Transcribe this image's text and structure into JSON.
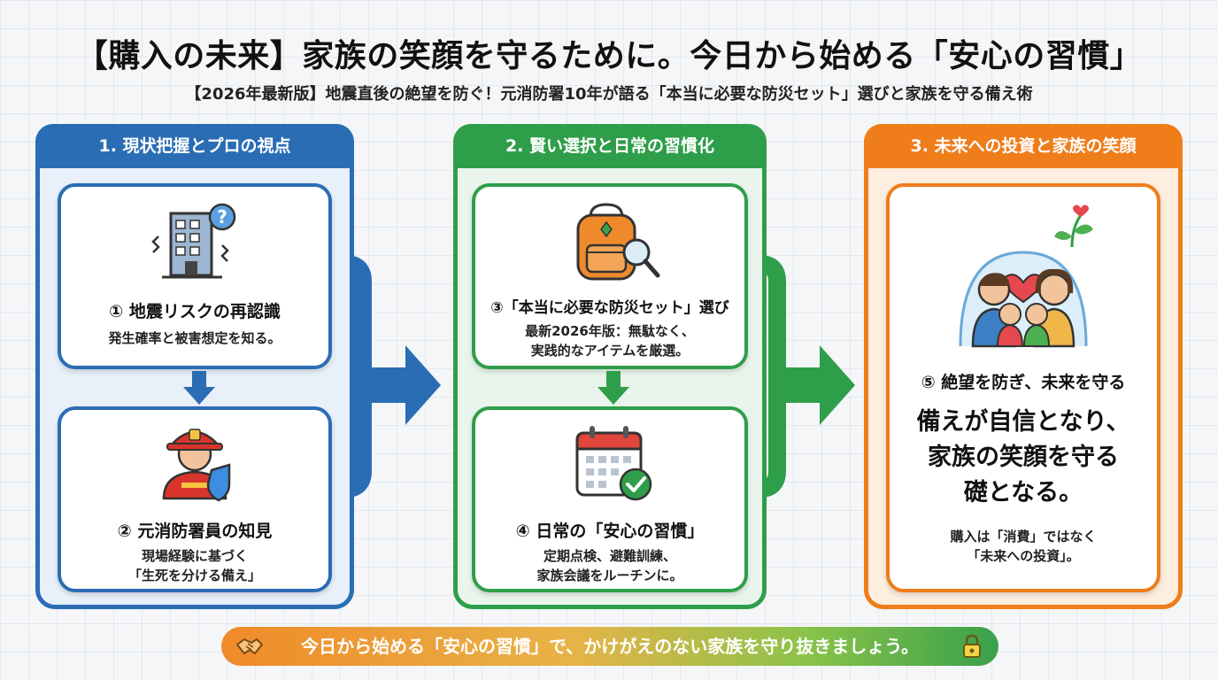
{
  "title": "【購入の未来】家族の笑顔を守るために。今日から始める「安心の習慣」",
  "subtitle": "【2026年最新版】地震直後の絶望を防ぐ！元消防署10年が語る「本当に必要な防災セット」選びと家族を守る備え術",
  "panels": [
    {
      "header": "1. 現状把握とプロの視点",
      "color": "#2a6db5",
      "cards": [
        {
          "icon": "building-icon",
          "title": "① 地震リスクの再認識",
          "lines": [
            "発生確率と被害想定を知る。"
          ]
        },
        {
          "icon": "firefighter-icon",
          "title": "② 元消防署員の知見",
          "lines": [
            "現場経験に基づく",
            "「生死を分ける備え」"
          ]
        }
      ]
    },
    {
      "header": "2. 賢い選択と日常の習慣化",
      "color": "#2f9e4a",
      "cards": [
        {
          "icon": "backpack-icon",
          "title": "③「本当に必要な防災セット」選び",
          "lines": [
            "最新2026年版：無駄なく、",
            "実践的なアイテムを厳選。"
          ]
        },
        {
          "icon": "calendar-check-icon",
          "title": "④ 日常の「安心の習慣」",
          "lines": [
            "定期点検、避難訓練、",
            "家族会議をルーチンに。"
          ]
        }
      ]
    },
    {
      "header": "3. 未来への投資と家族の笑顔",
      "color": "#ef7d1a",
      "cards": [
        {
          "icon": "family-icon",
          "title": "⑤ 絶望を防ぎ、未来を守る",
          "big": [
            "備えが自信となり、",
            "家族の笑顔を守る",
            "礎となる。"
          ],
          "lines": [
            "購入は「消費」ではなく",
            "「未来への投資」。"
          ]
        }
      ]
    }
  ],
  "footer": "今日から始める「安心の習慣」で、かけがえのない家族を守り抜きましょう。",
  "colors": {
    "blue": "#2a6db5",
    "green": "#2f9e4a",
    "orange": "#ef7d1a"
  }
}
